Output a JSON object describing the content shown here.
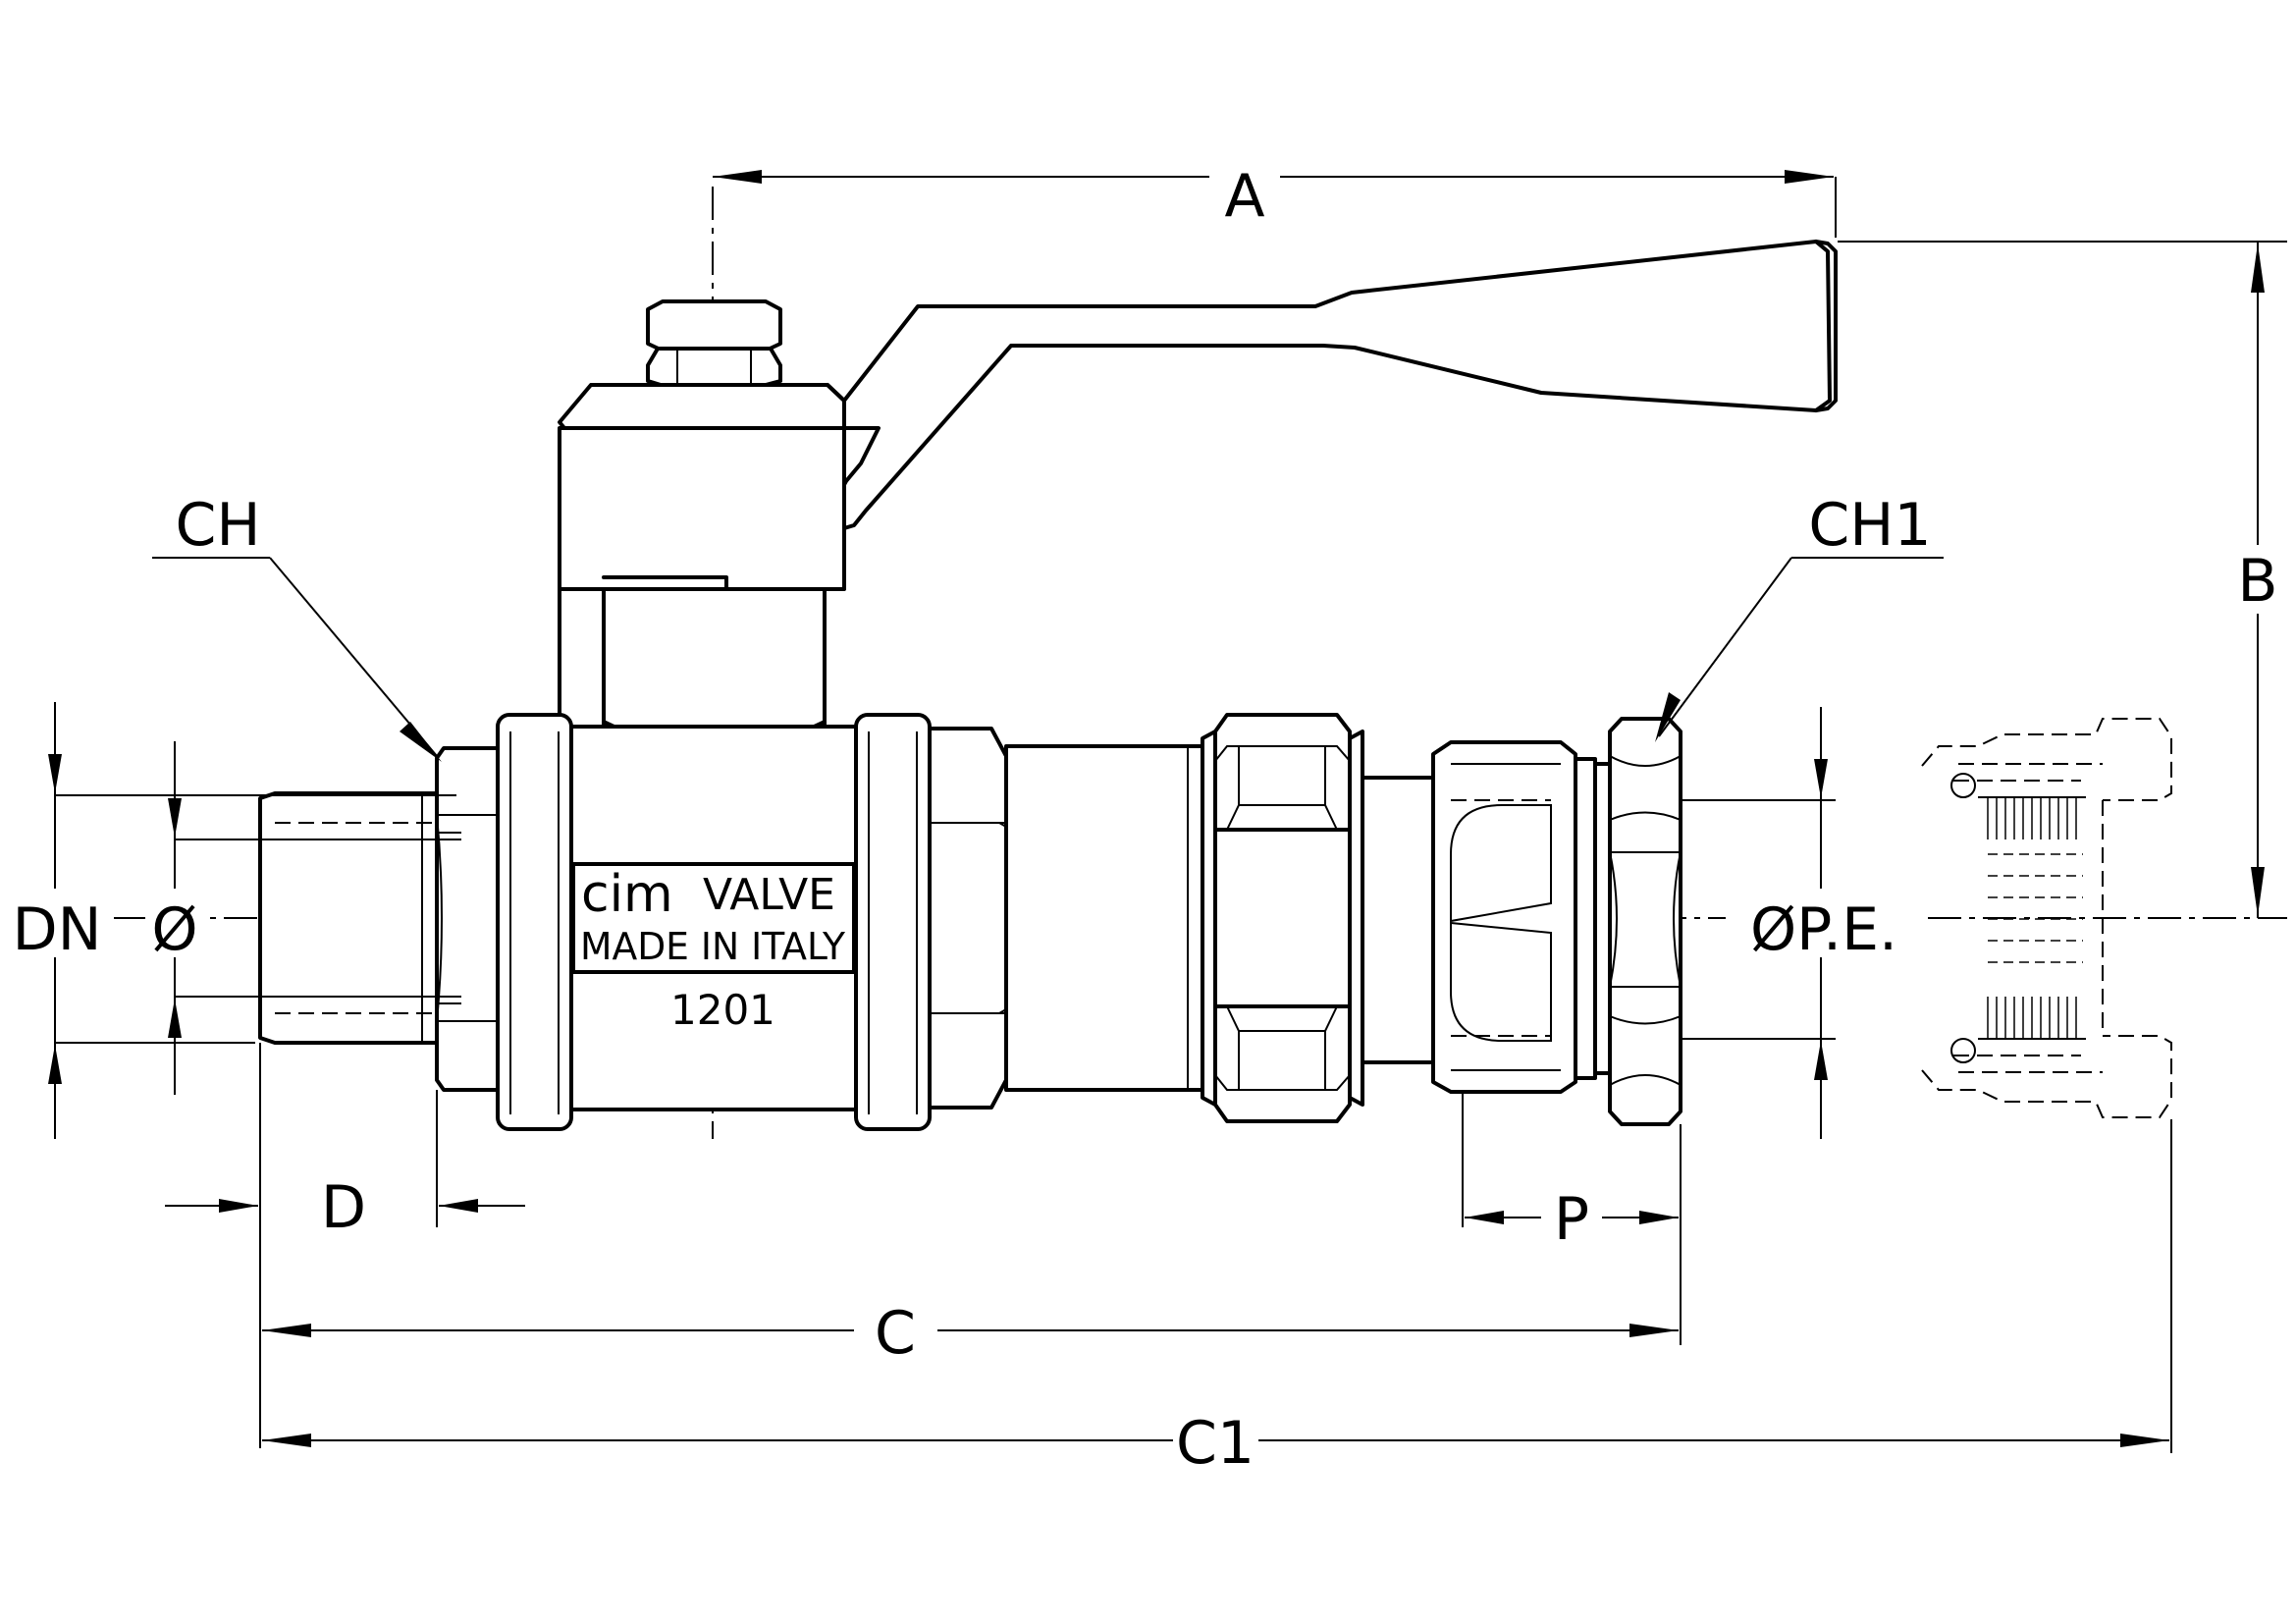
{
  "dimensions": {
    "a": "A",
    "b": "B",
    "c": "C",
    "c1": "C1",
    "ch": "CH",
    "ch1": "CH1",
    "dn": "DN",
    "diameter": "Ø",
    "d": "D",
    "p": "P",
    "pe_diameter": "ØP.E."
  },
  "body_marking": {
    "brand_prefix": "cim",
    "brand_suffix": "VALVE",
    "origin": "MADE IN ITALY",
    "model": "1201"
  }
}
